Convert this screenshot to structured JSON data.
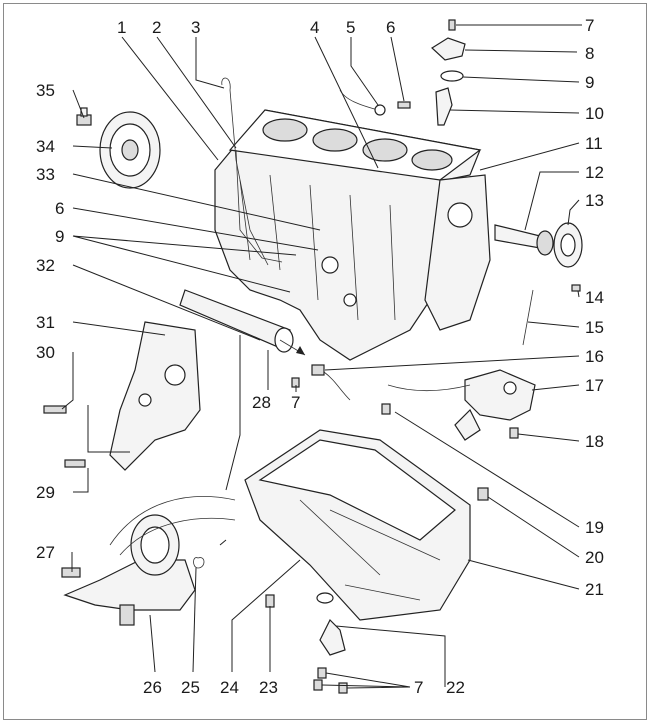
{
  "diagram": {
    "callouts": [
      "1",
      "2",
      "3",
      "4",
      "5",
      "6",
      "7",
      "8",
      "9",
      "10",
      "11",
      "12",
      "13",
      "14",
      "15",
      "16",
      "17",
      "18",
      "19",
      "20",
      "21",
      "22",
      "23",
      "24",
      "25",
      "26",
      "27",
      "28",
      "29",
      "30",
      "31",
      "32",
      "33",
      "34",
      "35"
    ],
    "repeated_callouts": {
      "six_b": "6",
      "nine_b": "9",
      "seven_b": "7",
      "seven_c": "7"
    }
  },
  "colors": {
    "line": "#222222",
    "fill": "#f4f4f4",
    "shade": "#dcdcdc",
    "border": "#8a8a8a"
  }
}
